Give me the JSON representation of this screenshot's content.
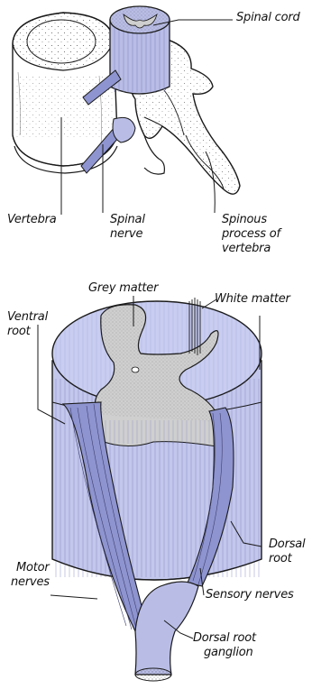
{
  "top_diagram": {
    "labels": {
      "spinal_cord": "Spinal cord",
      "vertebra": "Vertebra",
      "spinal_nerve_line1": "Spinal",
      "spinal_nerve_line2": "nerve",
      "spinous_line1": "Spinous",
      "spinous_line2": "process of",
      "spinous_line3": "vertebra"
    }
  },
  "bottom_diagram": {
    "labels": {
      "grey_matter": "Grey matter",
      "white_matter": "White matter",
      "ventral_line1": "Ventral",
      "ventral_line2": "root",
      "motor_line1": "Motor",
      "motor_line2": "nerves",
      "dorsal_root_line1": "Dorsal",
      "dorsal_root_line2": "root",
      "sensory_nerves": "Sensory nerves",
      "ganglion_line1": "Dorsal root",
      "ganglion_line2": "ganglion"
    }
  },
  "colors": {
    "nerve_lavender": "#b9bde6",
    "nerve_dark": "#8e94cf",
    "grey_matter": "#cfcfcf",
    "bone": "#ffffff",
    "ink": "#1a1a1a"
  }
}
